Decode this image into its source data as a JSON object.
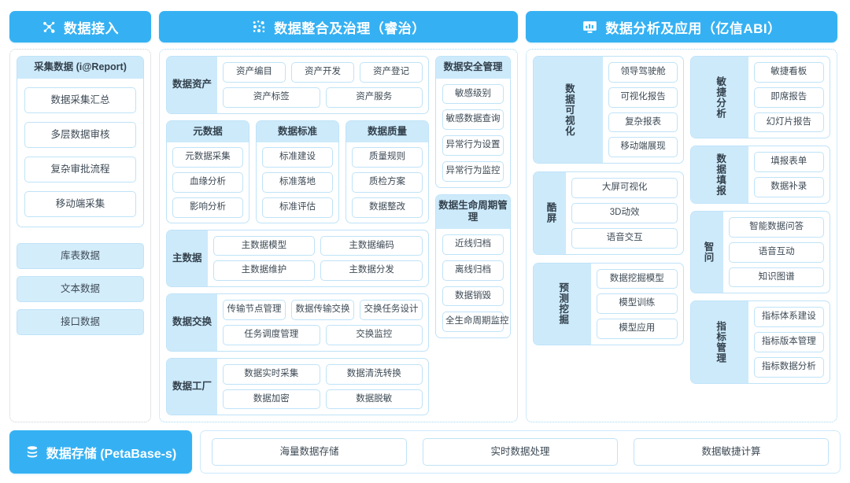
{
  "banners": [
    {
      "icon": "nodes-network-icon",
      "label": "数据接入"
    },
    {
      "icon": "data-dots-icon",
      "label": "数据整合及治理（睿治）"
    },
    {
      "icon": "monitor-chart-icon",
      "label": "数据分析及应用（亿信ABI）"
    }
  ],
  "left_panel": {
    "collect_card": {
      "title": "采集数据 (i@Report)",
      "items": [
        "数据采集汇总",
        "多层数据审核",
        "复杂审批流程",
        "移动端采集"
      ]
    },
    "sources": [
      "库表数据",
      "文本数据",
      "接口数据"
    ]
  },
  "mid_panel": {
    "asset_group": {
      "label": "数据资产",
      "row1": [
        "资产编目",
        "资产开发",
        "资产登记"
      ],
      "row2": [
        "资产标签",
        "资产服务"
      ]
    },
    "triple_cards": [
      {
        "title": "元数据",
        "items": [
          "元数据采集",
          "血缘分析",
          "影响分析"
        ]
      },
      {
        "title": "数据标准",
        "items": [
          "标准建设",
          "标准落地",
          "标准评估"
        ]
      },
      {
        "title": "数据质量",
        "items": [
          "质量规则",
          "质检方案",
          "数据整改"
        ]
      }
    ],
    "master_group": {
      "label": "主数据",
      "row1": [
        "主数据模型",
        "主数据编码"
      ],
      "row2": [
        "主数据维护",
        "主数据分发"
      ]
    },
    "exchange_group": {
      "label": "数据交换",
      "row1": [
        "传输节点管理",
        "数据传输交换",
        "交换任务设计"
      ],
      "row2": [
        "任务调度管理",
        "交换监控"
      ]
    },
    "factory_group": {
      "label": "数据工厂",
      "row1": [
        "数据实时采集",
        "数据清洗转换"
      ],
      "row2": [
        "数据加密",
        "数据脱敏"
      ]
    },
    "security_card": {
      "title": "数据安全管理",
      "items": [
        "敏感级别",
        "敏感数据查询",
        "异常行为设置",
        "异常行为监控"
      ]
    },
    "lifecycle_card": {
      "title": "数据生命周期管理",
      "items": [
        "近线归档",
        "离线归档",
        "数据销毁",
        "全生命周期监控"
      ]
    }
  },
  "right_panel": {
    "col_a": [
      {
        "label": "数据可视化",
        "items": [
          "领导驾驶舱",
          "可视化报告",
          "复杂报表",
          "移动端展现"
        ]
      },
      {
        "label": "酷屏",
        "items": [
          "大屏可视化",
          "3D动效",
          "语音交互"
        ]
      },
      {
        "label": "预测挖掘",
        "items": [
          "数据挖掘模型",
          "模型训练",
          "模型应用"
        ]
      }
    ],
    "col_b": [
      {
        "label": "敏捷分析",
        "items": [
          "敏捷看板",
          "即席报告",
          "幻灯片报告"
        ]
      },
      {
        "label": "数据填报",
        "items": [
          "填报表单",
          "数据补录"
        ]
      },
      {
        "label": "智问",
        "items": [
          "智能数据问答",
          "语音互动",
          "知识图谱"
        ]
      },
      {
        "label": "指标管理",
        "items": [
          "指标体系建设",
          "指标版本管理",
          "指标数据分析"
        ]
      }
    ]
  },
  "storage": {
    "icon": "database-stack-icon",
    "label": "数据存储 (PetaBase-s)",
    "items": [
      "海量数据存储",
      "实时数据处理",
      "数据敏捷计算"
    ]
  },
  "colors": {
    "accent": "#35b1f3",
    "card_header": "#cdeafb",
    "card_border": "#bfe3f8",
    "chip_fill": "#d4edfb",
    "panel_border_blue": "#9fd8f6",
    "panel_border_gray": "#c9ced3",
    "text": "#3a4a57"
  }
}
